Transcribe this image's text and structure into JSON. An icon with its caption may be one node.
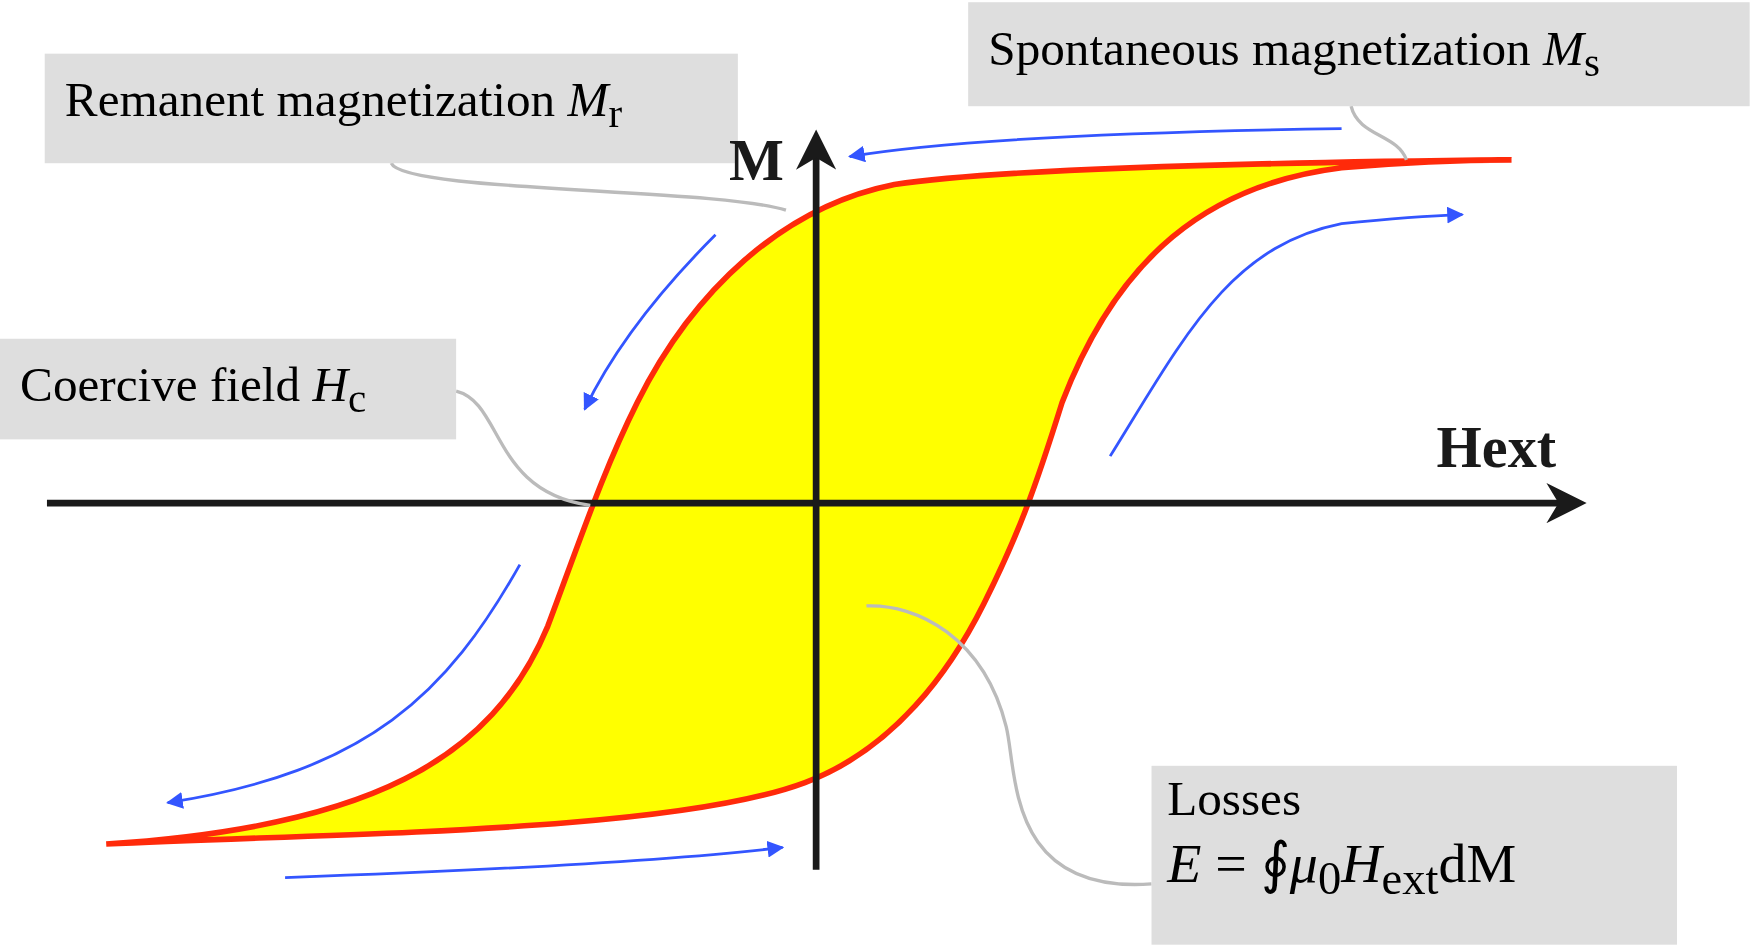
{
  "diagram": {
    "nodes": [
      {
        "text": [
          "Remanent magnetization *M*$_{r}$"
        ]
      },
      {
        "text": [
          "Spontaneous magnetization *M*$_{s}$"
        ]
      },
      {
        "text": [
          "Coercive field *H*$_{c}$"
        ]
      },
      {
        "text": [
          "Losses",
          "*E* = ∮*μ*$_{0}$*H*$_{ext}$dM"
        ]
      },
      {
        "text": [],
        "shape": "picture"
      }
    ],
    "edges": [
      {
        "from": 0,
        "to": 4,
        "arrow": "none"
      },
      {
        "from": 1,
        "to": 4,
        "arrow": "none"
      },
      {
        "from": 2,
        "to": 4,
        "arrow": "none"
      },
      {
        "from": 3,
        "to": 4,
        "arrow": "none"
      }
    ],
    "labels": [
      "M",
      "Hext"
    ]
  }
}
